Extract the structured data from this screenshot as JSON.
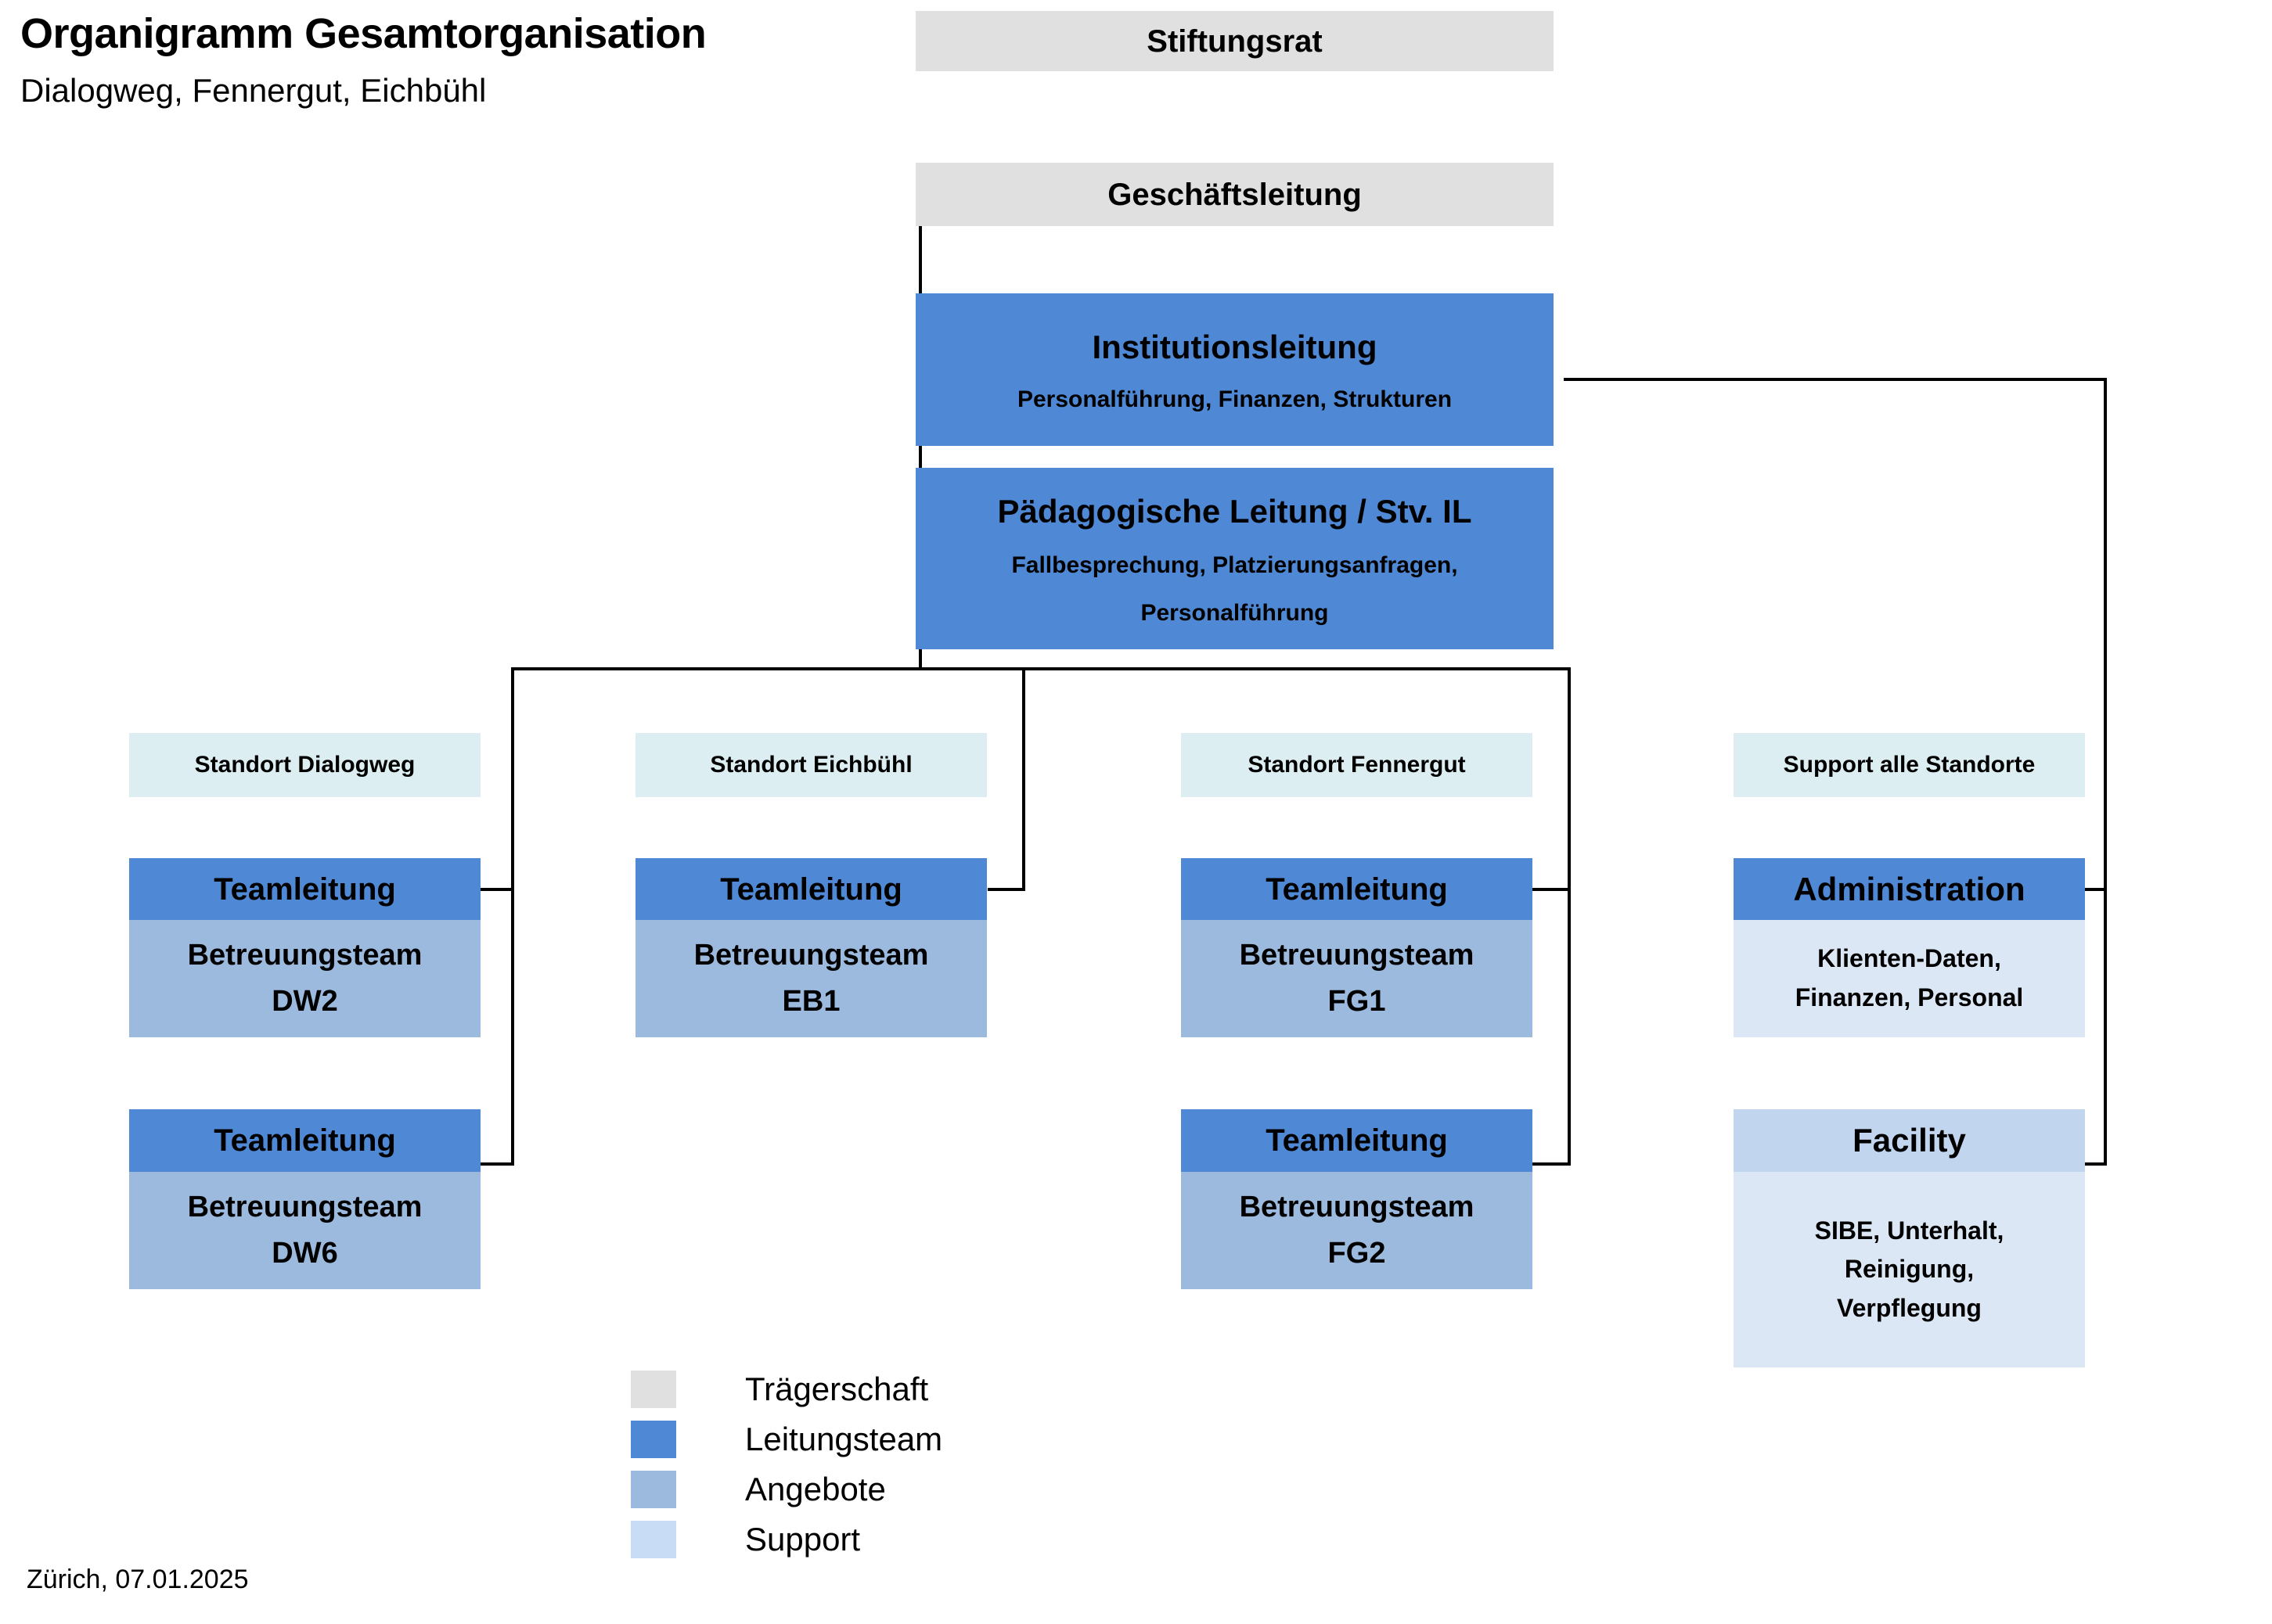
{
  "header": {
    "title": "Organigramm Gesamtorganisation",
    "subtitle": "Dialogweg, Fennergut, Eichbühl"
  },
  "footer": {
    "place_date": "Zürich, 07.01.2025"
  },
  "hierarchy": {
    "stiftungsrat": {
      "title": "Stiftungsrat",
      "category": "Trägerschaft"
    },
    "geschaeftsleitung": {
      "title": "Geschäftsleitung",
      "category": "Trägerschaft"
    },
    "institutionsleitung": {
      "title": "Institutionsleitung",
      "subtitle": "Personalführung, Finanzen, Strukturen",
      "category": "Leitungsteam"
    },
    "paedagogische_leitung": {
      "title": "Pädagogische Leitung / Stv. IL",
      "subtitle_line1": "Fallbesprechung, Platzierungsanfragen,",
      "subtitle_line2": "Personalführung",
      "category": "Leitungsteam"
    }
  },
  "columns": [
    {
      "header": "Standort Dialogweg",
      "units": [
        {
          "lead": "Teamleitung",
          "team_line1": "Betreuungsteam",
          "team_line2": "DW2"
        },
        {
          "lead": "Teamleitung",
          "team_line1": "Betreuungsteam",
          "team_line2": "DW6"
        }
      ]
    },
    {
      "header": "Standort Eichbühl",
      "units": [
        {
          "lead": "Teamleitung",
          "team_line1": "Betreuungsteam",
          "team_line2": "EB1"
        }
      ]
    },
    {
      "header": "Standort Fennergut",
      "units": [
        {
          "lead": "Teamleitung",
          "team_line1": "Betreuungsteam",
          "team_line2": "FG1"
        },
        {
          "lead": "Teamleitung",
          "team_line1": "Betreuungsteam",
          "team_line2": "FG2"
        }
      ]
    },
    {
      "header": "Support alle Standorte",
      "units": [
        {
          "lead": "Administration",
          "team_line1": "Klienten-Daten,",
          "team_line2": "Finanzen, Personal"
        },
        {
          "lead": "Facility",
          "team_line1": "SIBE, Unterhalt,",
          "team_line2": "Reinigung,",
          "team_line3": "Verpflegung"
        }
      ]
    }
  ],
  "legend": {
    "items": [
      {
        "label": "Trägerschaft",
        "color": "#e0e0e0"
      },
      {
        "label": "Leitungsteam",
        "color": "#4f88d4"
      },
      {
        "label": "Angebote",
        "color": "#9cb9de"
      },
      {
        "label": "Support",
        "color": "#c9dcf5"
      }
    ]
  },
  "colors": {
    "traegerschaft": "#e0e0e0",
    "leitungsteam": "#4f88d4",
    "angebote": "#9cb9de",
    "support": "#dce7f6",
    "standort_header": "#ddeef2",
    "connector": "#000000"
  }
}
